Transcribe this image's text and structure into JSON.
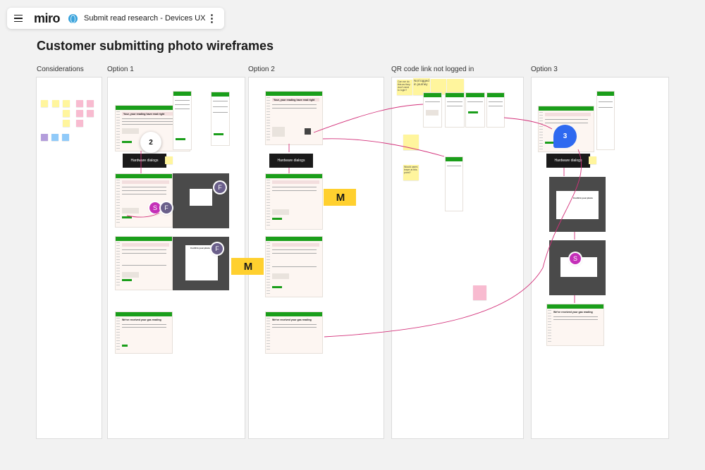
{
  "app": {
    "logo": "miro",
    "board_name": "Submit read research - Devices UX",
    "icons": {
      "menu": "hamburger-icon",
      "visibility": "globe-icon",
      "more": "kebab-icon"
    }
  },
  "board": {
    "title": "Customer submitting photo wireframes",
    "columns": [
      "Considerations",
      "Option 1",
      "Option 2",
      "QR code link not logged in",
      "Option 3"
    ]
  },
  "wireframes": {
    "header_text": "Your, your reading have read right",
    "received_text": "We've received your gas reading",
    "confirm_text": "Confirm your photo",
    "hardware_label": "Hardware dialogs"
  },
  "qr_notes": [
    "Can we do this as they don't need to login?",
    "Not logged in journey",
    "Would users leave at this point?"
  ],
  "collaborators": {
    "f": "F",
    "s": "S"
  },
  "counters": {
    "option1": "2",
    "option3": "3"
  },
  "colors": {
    "brand_green": "#1a9e1a",
    "connector": "#d3317a",
    "counter_blue": "#2e69f0",
    "miro_yellow": "#ffd02f",
    "avatar_f": "#6a5f8a",
    "avatar_s": "#c42fb8"
  }
}
